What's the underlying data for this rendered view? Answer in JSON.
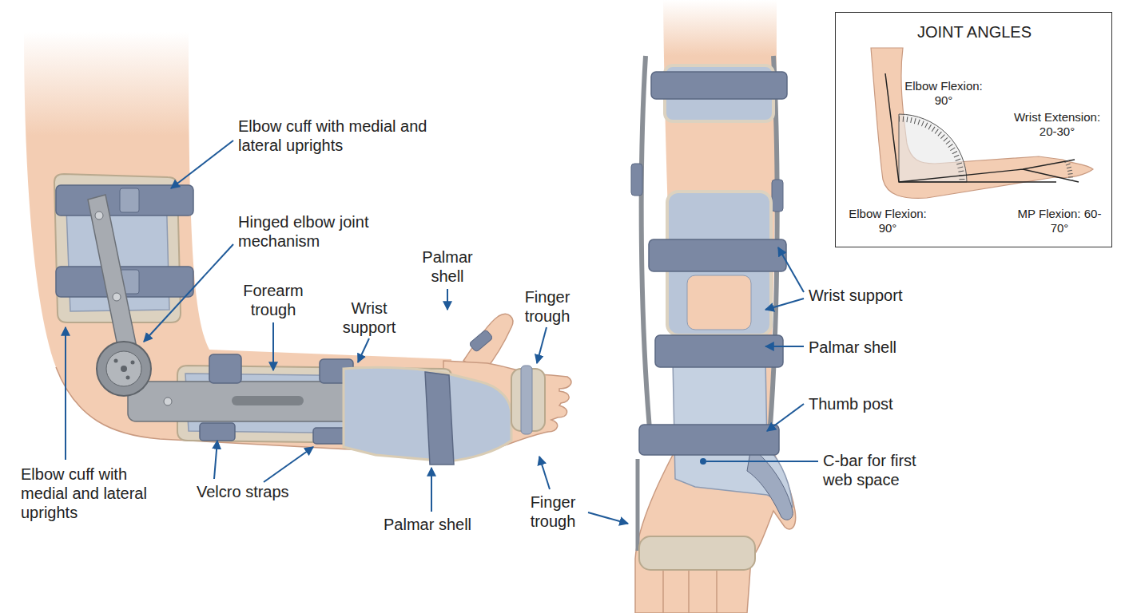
{
  "diagram": {
    "nodes": [
      {
        "text": [
          "JOINT ANGLES",
          "Elbow Flexion: 90°",
          "Wrist Extension: 20-30°",
          "Elbow Flexion: 90°",
          "MP Flexion: 60-70°"
        ]
      }
    ],
    "labels": [
      "Elbow cuff with medial and lateral uprights",
      "Hinged elbow joint mechanism",
      "Forearm trough",
      "Wrist support",
      "Palmar shell",
      "Finger trough",
      "Elbow cuff with medial and lateral uprights",
      "Velcro straps",
      "Palmar shell",
      "Finger trough",
      "Wrist support",
      "Palmar shell",
      "Thumb post",
      "C-bar for first web space"
    ]
  }
}
